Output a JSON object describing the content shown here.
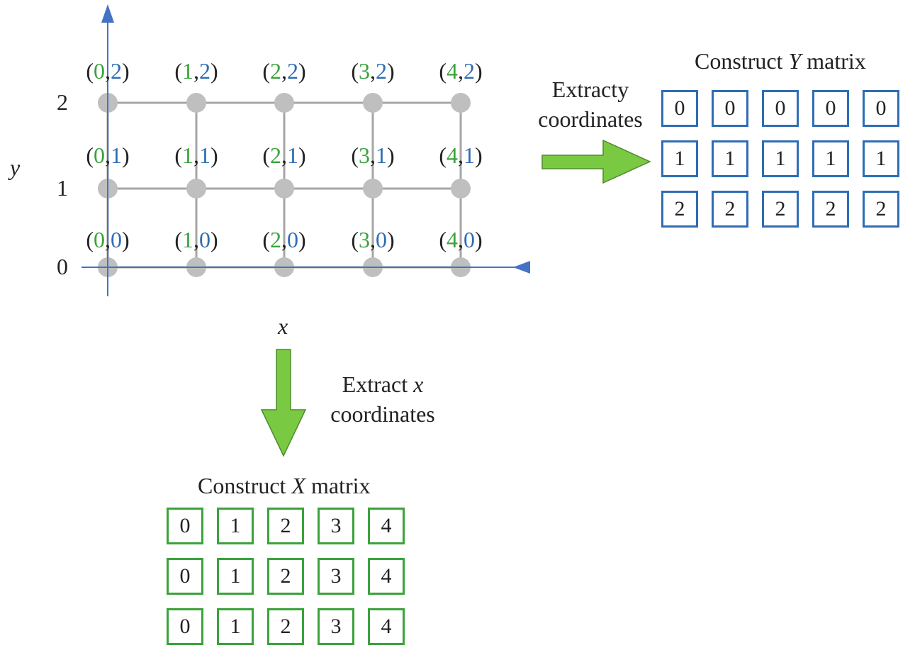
{
  "colors": {
    "axis": "#4472c4",
    "grid": "#a6a6a6",
    "node": "#bfbfbf",
    "x_component": "#3aa33a",
    "y_component": "#2e6db4",
    "arrow_fill": "#7ac943",
    "arrow_stroke": "#4f8a2b",
    "x_matrix_border": "#3aa33a",
    "y_matrix_border": "#2e6db4"
  },
  "axes": {
    "x_label": "x",
    "y_label": "y",
    "x_ticks": [],
    "y_ticks": [
      "0",
      "1",
      "2"
    ]
  },
  "grid": {
    "xs": [
      0,
      1,
      2,
      3,
      4
    ],
    "ys": [
      0,
      1,
      2
    ]
  },
  "points": [
    {
      "x": "0",
      "y": "2"
    },
    {
      "x": "1",
      "y": "2"
    },
    {
      "x": "2",
      "y": "2"
    },
    {
      "x": "3",
      "y": "2"
    },
    {
      "x": "4",
      "y": "2"
    },
    {
      "x": "0",
      "y": "1"
    },
    {
      "x": "1",
      "y": "1"
    },
    {
      "x": "2",
      "y": "1"
    },
    {
      "x": "3",
      "y": "1"
    },
    {
      "x": "4",
      "y": "1"
    },
    {
      "x": "0",
      "y": "0"
    },
    {
      "x": "1",
      "y": "0"
    },
    {
      "x": "2",
      "y": "0"
    },
    {
      "x": "3",
      "y": "0"
    },
    {
      "x": "4",
      "y": "0"
    }
  ],
  "y_extract": {
    "line1": "Extracty",
    "line2": "coordinates"
  },
  "x_extract": {
    "line1_prefix": "Extract ",
    "line1_var": "x",
    "line2": "coordinates"
  },
  "y_matrix": {
    "title_prefix": "Construct ",
    "title_var": "Y",
    "title_suffix": " matrix",
    "rows": [
      [
        "0",
        "0",
        "0",
        "0",
        "0"
      ],
      [
        "1",
        "1",
        "1",
        "1",
        "1"
      ],
      [
        "2",
        "2",
        "2",
        "2",
        "2"
      ]
    ]
  },
  "x_matrix": {
    "title_prefix": "Construct ",
    "title_var": "X",
    "title_suffix": " matrix",
    "rows": [
      [
        "0",
        "1",
        "2",
        "3",
        "4"
      ],
      [
        "0",
        "1",
        "2",
        "3",
        "4"
      ],
      [
        "0",
        "1",
        "2",
        "3",
        "4"
      ]
    ]
  }
}
